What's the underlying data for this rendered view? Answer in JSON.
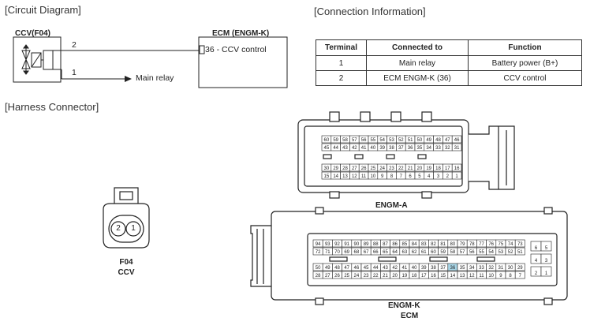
{
  "sections": {
    "circuit": "[Circuit Diagram]",
    "connection": "[Connection Information]",
    "harness": "[Harness Connector]"
  },
  "circuit": {
    "ccv_label": "CCV(F04)",
    "ecm_label": "ECM (ENGM-K)",
    "pin2": "2",
    "pin1": "1",
    "main_relay": "Main relay",
    "ecm_pin": "36 - CCV control"
  },
  "table": {
    "headers": [
      "Terminal",
      "Connected to",
      "Function"
    ],
    "rows": [
      [
        "1",
        "Main relay",
        "Battery power (B+)"
      ],
      [
        "2",
        "ECM ENGM-K (36)",
        "CCV control"
      ]
    ]
  },
  "connectors": {
    "f04_name": "F04",
    "f04_sub": "CCV",
    "f04_pins": [
      "2",
      "1"
    ],
    "engm_a": "ENGM-A",
    "engm_k": "ENGM-K",
    "ecm": "ECM",
    "engm_a_rows": [
      [
        "60",
        "59",
        "58",
        "57",
        "56",
        "55",
        "54",
        "53",
        "52",
        "51",
        "50",
        "49",
        "48",
        "47",
        "46"
      ],
      [
        "45",
        "44",
        "43",
        "42",
        "41",
        "40",
        "39",
        "38",
        "37",
        "36",
        "35",
        "34",
        "33",
        "32",
        "31"
      ],
      [
        "30",
        "29",
        "28",
        "27",
        "26",
        "25",
        "24",
        "23",
        "22",
        "21",
        "20",
        "19",
        "18",
        "17",
        "16"
      ],
      [
        "15",
        "14",
        "13",
        "12",
        "11",
        "10",
        "9",
        "8",
        "7",
        "6",
        "5",
        "4",
        "3",
        "2",
        "1"
      ]
    ],
    "engm_k_rows": [
      [
        "94",
        "93",
        "92",
        "91",
        "90",
        "89",
        "88",
        "87",
        "86",
        "85",
        "84",
        "83",
        "82",
        "81",
        "80",
        "79",
        "78",
        "77",
        "76",
        "75",
        "74",
        "73"
      ],
      [
        "72",
        "71",
        "70",
        "69",
        "68",
        "67",
        "66",
        "65",
        "64",
        "63",
        "62",
        "61",
        "60",
        "59",
        "58",
        "57",
        "56",
        "55",
        "54",
        "53",
        "52",
        "51"
      ],
      [
        "50",
        "49",
        "48",
        "47",
        "46",
        "45",
        "44",
        "43",
        "42",
        "41",
        "40",
        "39",
        "38",
        "37",
        "36",
        "35",
        "34",
        "33",
        "32",
        "31",
        "30",
        "29"
      ],
      [
        "28",
        "27",
        "26",
        "25",
        "24",
        "23",
        "22",
        "21",
        "20",
        "19",
        "18",
        "17",
        "16",
        "15",
        "14",
        "13",
        "12",
        "11",
        "10",
        "9",
        "8",
        "7"
      ]
    ],
    "engm_k_side": [
      [
        "6",
        "5"
      ],
      [
        "4",
        "3"
      ],
      [
        "2",
        "1"
      ]
    ],
    "highlight_pin": "36",
    "highlight_color": "#a9d7e8"
  }
}
